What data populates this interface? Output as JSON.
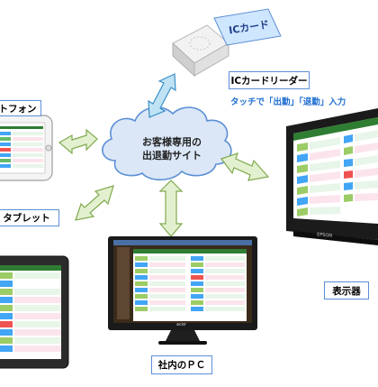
{
  "cloud": {
    "line1": "お客様専用の",
    "line2": "出退勤サイト",
    "fill": "#dbe7f7",
    "stroke": "#5b8fd6"
  },
  "card_reader": {
    "card_text": "ICカード",
    "label": "ICカードリーダー",
    "note": "タッチで「出勤」「退勤」入力"
  },
  "devices": {
    "smartphone_label": "トフォン",
    "tablet_label": "タブレット",
    "display_label": "表示器",
    "pc_label": "社内のＰＣ",
    "display_brand": "EPSON",
    "monitor_brand": "acer"
  },
  "colors": {
    "accent": "#5b8fd6",
    "arrow_fill": "#e3f0cf",
    "arrow_stroke": "#7faa4e",
    "arrow_blue_fill": "#bfe3f5",
    "arrow_blue_stroke": "#3a8fc9",
    "note": "#1f6fd1"
  }
}
